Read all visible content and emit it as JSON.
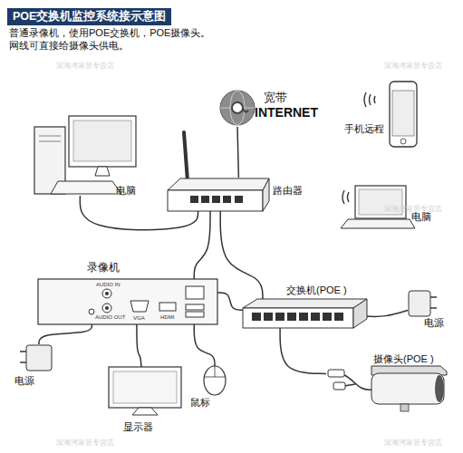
{
  "diagram": {
    "title": "POE交换机监控系统接示意图",
    "nodes": [
      {
        "text": [
          "宽带",
          "INTERNET"
        ]
      },
      {
        "text": [
          "手机远程"
        ]
      },
      {
        "text": [
          "电脑"
        ]
      },
      {
        "text": [
          "路由器"
        ]
      },
      {
        "text": [
          "电脑"
        ]
      },
      {
        "text": [
          "录像机"
        ]
      },
      {
        "text": [
          "交换机(POE )"
        ]
      },
      {
        "text": [
          "电源"
        ]
      },
      {
        "text": [
          "电源"
        ]
      },
      {
        "text": [
          "摄像头(POE )"
        ]
      },
      {
        "text": [
          "显示器"
        ]
      },
      {
        "text": [
          "鼠标"
        ]
      }
    ],
    "edges": [
      {
        "from": 0,
        "to": 3,
        "arrow": "none"
      },
      {
        "from": 2,
        "to": 3,
        "arrow": "none"
      },
      {
        "from": 3,
        "to": 5,
        "arrow": "none"
      },
      {
        "from": 3,
        "to": 6,
        "arrow": "none"
      },
      {
        "from": 5,
        "to": 6,
        "arrow": "none"
      },
      {
        "from": 7,
        "to": 6,
        "arrow": "none"
      },
      {
        "from": 6,
        "to": 9,
        "arrow": "none"
      },
      {
        "from": 8,
        "to": 5,
        "arrow": "none"
      },
      {
        "from": 5,
        "to": 10,
        "arrow": "none"
      },
      {
        "from": 5,
        "to": 11,
        "arrow": "none"
      }
    ],
    "labels": [
      "普通录像机，使用POE交换机，POE摄像头。",
      "网线可直接给摄像头供电。",
      "深海湾家居专营店",
      "深海湾家居专营店",
      "深海湾家居专营店",
      "深海湾家居专营店",
      "深海湾家居专营店",
      "AUDIO IN",
      "AUDIO OUT",
      "VGA",
      "HDMI"
    ]
  }
}
